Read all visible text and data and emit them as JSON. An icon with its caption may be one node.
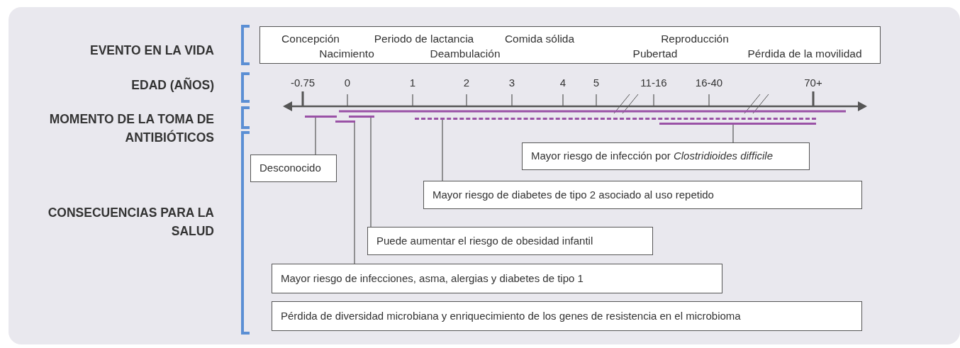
{
  "diagram": {
    "nodes": [
      {
        "text": [
          "Concepción",
          "Periodo de lactancia",
          "Comida sólida",
          "Reproducción",
          "Nacimiento",
          "Deambulación",
          "Pubertad",
          "Pérdida de la movilidad"
        ]
      },
      {
        "text": [
          "Desconocido"
        ]
      },
      {
        "text": [
          "Mayor riesgo de infección por *Clostridioides difficile*"
        ]
      },
      {
        "text": [
          "Mayor riesgo de diabetes de tipo 2 asociado al uso repetido"
        ]
      },
      {
        "text": [
          "Puede aumentar el riesgo de obesidad infantil"
        ]
      },
      {
        "text": [
          "Mayor riesgo de infecciones, asma, alergias y diabetes de tipo 1"
        ]
      },
      {
        "text": [
          "Pérdida de diversidad microbiana y enriquecimiento de los genes de resistencia en el microbioma"
        ]
      },
      {
        "text": [],
        "shape": "bar"
      },
      {
        "text": [],
        "shape": "bar"
      },
      {
        "text": [],
        "shape": "bar"
      },
      {
        "text": [],
        "shape": "bar"
      },
      {
        "text": [],
        "shape": "bar"
      }
    ],
    "edges": [
      {
        "from": 1,
        "to": 7,
        "arrow": "none"
      },
      {
        "from": 2,
        "to": 11,
        "arrow": "none"
      },
      {
        "from": 3,
        "to": 10,
        "arrow": "none"
      },
      {
        "from": 4,
        "to": 9,
        "arrow": "none"
      },
      {
        "from": 5,
        "to": 8,
        "arrow": "none"
      }
    ],
    "labels": [
      "EVENTO EN LA VIDA",
      "EDAD (AÑOS)",
      "-0.75",
      "0",
      "1",
      "2",
      "3",
      "4",
      "5",
      "11-16",
      "16-40",
      "70+",
      "MOMENTO DE LA TOMA DE ANTIBIÓTICOS",
      "CONSECUENCIAS PARA LA SALUD"
    ]
  }
}
